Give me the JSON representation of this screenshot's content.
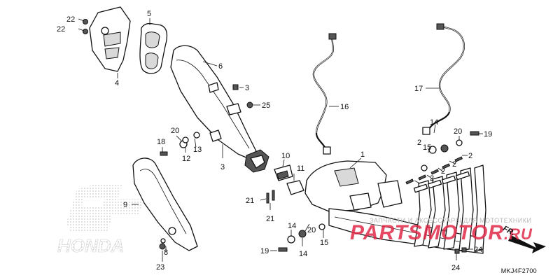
{
  "diagram": {
    "callouts": [
      {
        "id": "22a",
        "text": "22"
      },
      {
        "id": "22b",
        "text": "22"
      },
      {
        "id": "4",
        "text": "4"
      },
      {
        "id": "5",
        "text": "5"
      },
      {
        "id": "6",
        "text": "6"
      },
      {
        "id": "3a",
        "text": "3"
      },
      {
        "id": "25",
        "text": "25"
      },
      {
        "id": "3b",
        "text": "3"
      },
      {
        "id": "18",
        "text": "18"
      },
      {
        "id": "20a",
        "text": "20"
      },
      {
        "id": "12",
        "text": "12"
      },
      {
        "id": "13",
        "text": "13"
      },
      {
        "id": "9",
        "text": "9"
      },
      {
        "id": "8",
        "text": "8"
      },
      {
        "id": "23",
        "text": "23"
      },
      {
        "id": "10",
        "text": "10"
      },
      {
        "id": "11",
        "text": "11"
      },
      {
        "id": "21a",
        "text": "21"
      },
      {
        "id": "21b",
        "text": "21"
      },
      {
        "id": "16",
        "text": "16"
      },
      {
        "id": "1",
        "text": "1"
      },
      {
        "id": "17",
        "text": "17"
      },
      {
        "id": "14a",
        "text": "14"
      },
      {
        "id": "15a",
        "text": "15"
      },
      {
        "id": "20b",
        "text": "20"
      },
      {
        "id": "19a",
        "text": "19"
      },
      {
        "id": "2a",
        "text": "2"
      },
      {
        "id": "2b",
        "text": "2"
      },
      {
        "id": "2c",
        "text": "2"
      },
      {
        "id": "2d",
        "text": "2"
      },
      {
        "id": "2e",
        "text": "2"
      },
      {
        "id": "14b",
        "text": "14"
      },
      {
        "id": "20c",
        "text": "20"
      },
      {
        "id": "15b",
        "text": "15"
      },
      {
        "id": "19b",
        "text": "19"
      },
      {
        "id": "14c",
        "text": "14"
      },
      {
        "id": "24a",
        "text": "24"
      },
      {
        "id": "24b",
        "text": "24"
      }
    ],
    "diagram_code": "MKJ4F2700",
    "direction_mark": "FR.",
    "watermark_brand": "HONDA",
    "watermark_site": "PARTSMOTOR",
    "watermark_domain": ".RU",
    "watermark_tagline": "ЗАПЧАСТИ И АКСЕССУАРЫ ДЛЯ МОТОТЕХНИКИ",
    "colors": {
      "line": "#111111",
      "watermark": "#e12846",
      "background": "#ffffff"
    }
  }
}
